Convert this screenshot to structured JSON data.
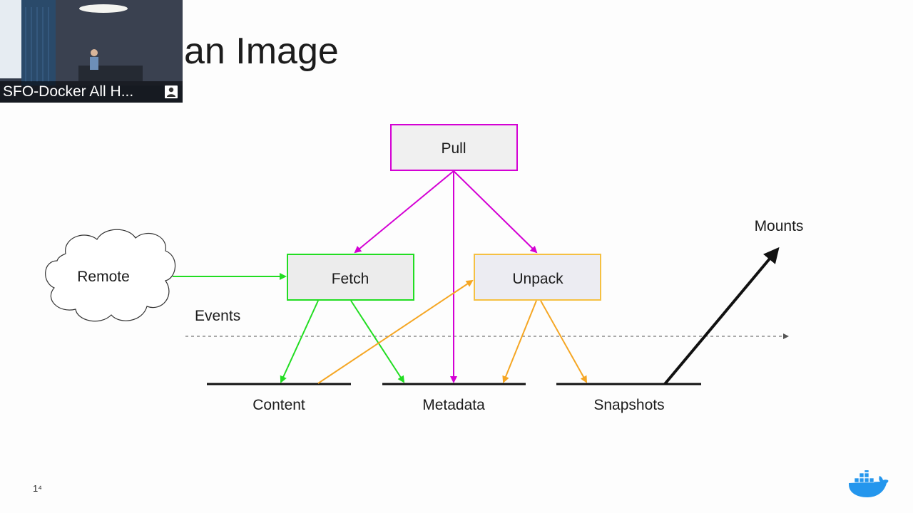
{
  "slide": {
    "title": "an Image",
    "page_number": "1⁴",
    "logo_icon": "docker-whale-icon"
  },
  "video_overlay": {
    "caption": "SFO-Docker All H...",
    "pin_icon": "presenter-pin-icon"
  },
  "diagram": {
    "nodes": {
      "pull": "Pull",
      "fetch": "Fetch",
      "unpack": "Unpack",
      "remote": "Remote",
      "mounts": "Mounts",
      "events": "Events"
    },
    "stores": {
      "content": "Content",
      "metadata": "Metadata",
      "snapshots": "Snapshots"
    },
    "colors": {
      "pull": "#d400d4",
      "fetch": "#22dd22",
      "unpack": "#f5a623",
      "mounts": "#111111"
    }
  }
}
